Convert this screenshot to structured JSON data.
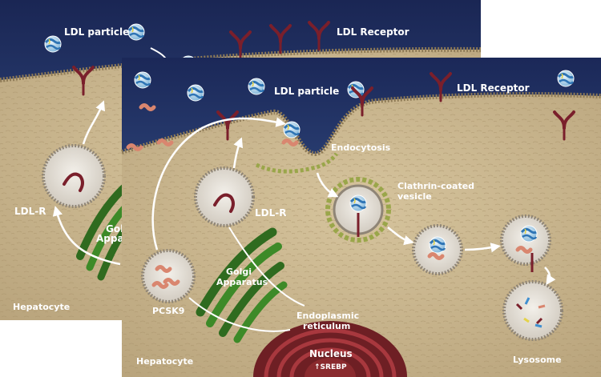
{
  "back_panel": {
    "ldl_particle": "LDL particle",
    "ldl_receptor": "LDL Receptor",
    "ldl_r": "LDL-R",
    "golgi_line1": "Golgi",
    "golgi_line2": "Apparatus",
    "hepatocyte": "Hepatocyte"
  },
  "front_panel": {
    "ldl_particle": "LDL particle",
    "ldl_receptor": "LDL Receptor",
    "endocytosis": "Endocytosis",
    "clathrin_line1": "Clathrin-coated",
    "clathrin_line2": "vesicle",
    "ldl_r": "LDL-R",
    "golgi_line1": "Golgi",
    "golgi_line2": "Apparatus",
    "pcsk9": "PCSK9",
    "er_line1": "Endoplasmic",
    "er_line2": "reticulum",
    "nucleus": "Nucleus",
    "srebp": "↑SREBP",
    "lysosome": "Lysosome",
    "hepatocyte": "Hepatocyte"
  },
  "colors": {
    "sky": "#1c2a5a",
    "cytoplasm": "#c9b58f",
    "golgi": "#2f6b1f",
    "nucleus": "#8a2a2e",
    "receptor": "#7a1f2b",
    "ldl_blue": "#3f8fd0",
    "arrow": "#ffffff"
  }
}
